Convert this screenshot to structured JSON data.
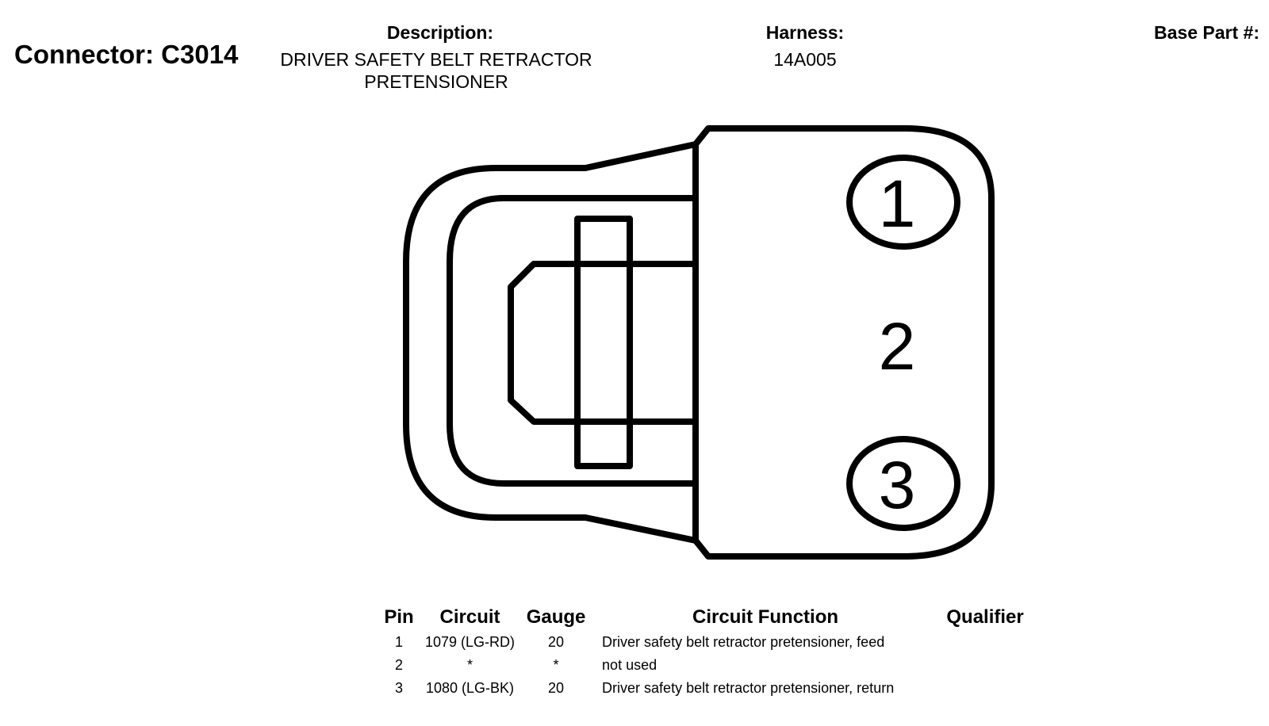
{
  "header": {
    "connector_label": "Connector: C3014",
    "description_label": "Description:",
    "description_lines": [
      "DRIVER SAFETY BELT RETRACTOR",
      "PRETENSIONER"
    ],
    "harness_label": "Harness:",
    "harness_value": "14A005",
    "base_part_label": "Base Part #:",
    "base_part_value": ""
  },
  "diagram": {
    "pin_labels": [
      "1",
      "2",
      "3"
    ],
    "line_color": "#000000"
  },
  "table": {
    "headers": {
      "pin": "Pin",
      "circuit": "Circuit",
      "gauge": "Gauge",
      "function": "Circuit Function",
      "qualifier": "Qualifier"
    },
    "rows": [
      {
        "pin": "1",
        "circuit": "1079 (LG-RD)",
        "gauge": "20",
        "function": "Driver safety belt retractor pretensioner, feed",
        "qualifier": ""
      },
      {
        "pin": "2",
        "circuit": "*",
        "gauge": "*",
        "function": "not used",
        "qualifier": ""
      },
      {
        "pin": "3",
        "circuit": "1080 (LG-BK)",
        "gauge": "20",
        "function": "Driver safety belt retractor pretensioner, return",
        "qualifier": ""
      }
    ]
  }
}
